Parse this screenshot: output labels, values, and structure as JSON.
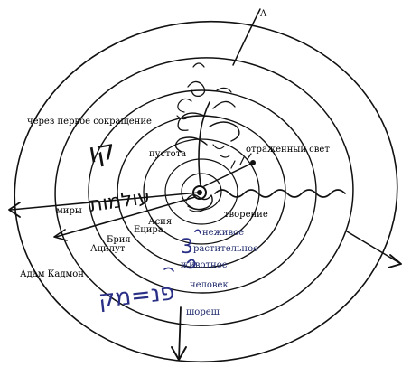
{
  "labels": {
    "top_letter": "A",
    "first_tsimtsum": "через первое сокращение",
    "void": "пустота",
    "reflected_light": "отраженный свет",
    "worlds": "миры",
    "creation": "творение",
    "asiya": "Асия",
    "yetzira": "Ецира",
    "briya": "Брия",
    "atzilut": "Ацилут",
    "adam_kadmon": "Адам Кадмон",
    "inanimate": "неживое",
    "vegetative": "растительное",
    "animal": "животное",
    "human": "человек",
    "root": "шореш"
  },
  "handwriting": {
    "hebrew_kavav": "קו",
    "hebrew_ohlamot": "עולמות",
    "hebrew_bottom": "פנ=מק",
    "digit_3": "3"
  },
  "colors": {
    "ink": "#111111",
    "blue_ink": "#2a2f86",
    "label_blue": "#1f2a6b",
    "background": "#ffffff"
  }
}
